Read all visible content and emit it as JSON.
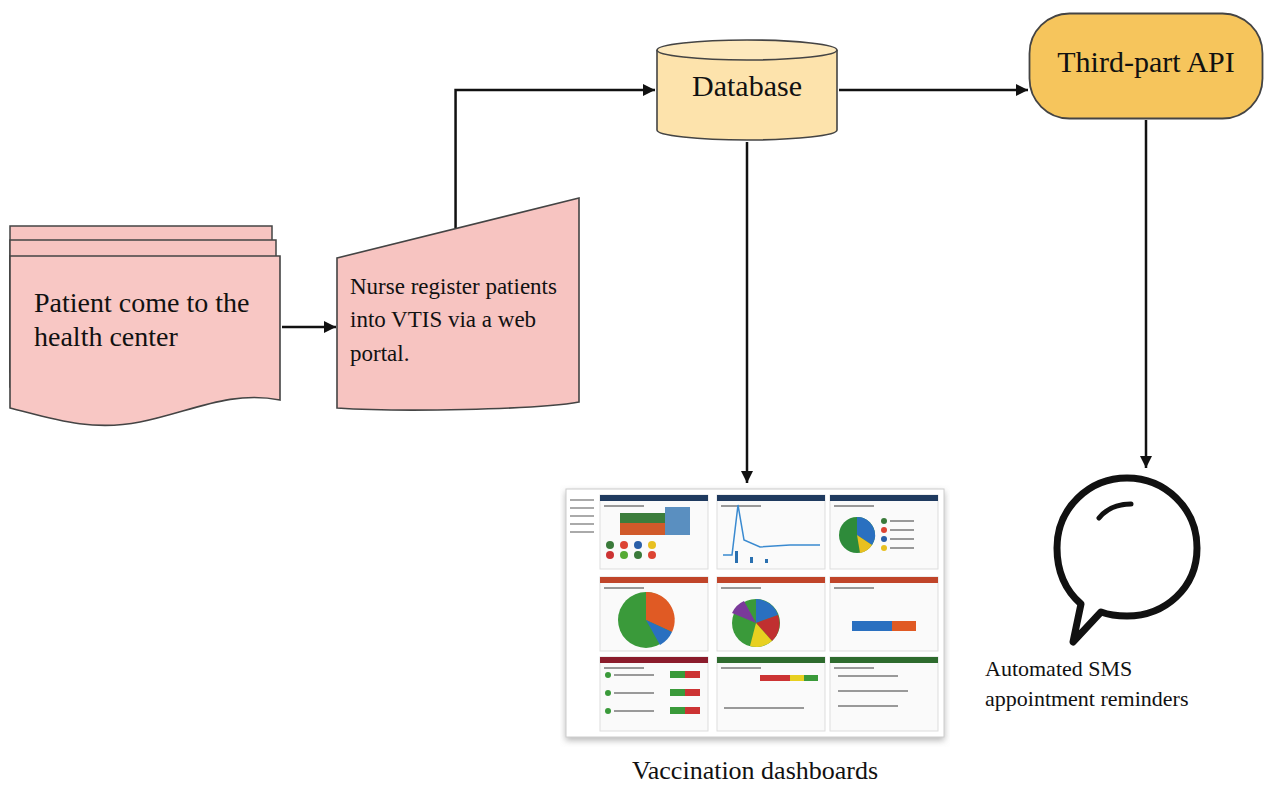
{
  "diagram": {
    "nodes": [
      {
        "text": [
          "Patient come to the health center"
        ]
      },
      {
        "text": [
          "Nurse register patients into VTIS via a web portal."
        ]
      },
      {
        "text": [
          "Database"
        ]
      },
      {
        "text": [
          "Third-part API"
        ]
      },
      {
        "text": [
          "Vaccination dashboards"
        ]
      },
      {
        "text": [
          "Automated SMS appointment reminders"
        ]
      }
    ],
    "edges": [
      {
        "from": 0,
        "to": 1,
        "arrow": "to"
      },
      {
        "from": 1,
        "to": 2,
        "arrow": "to"
      },
      {
        "from": 2,
        "to": 3,
        "arrow": "to"
      },
      {
        "from": 2,
        "to": 4,
        "arrow": "to"
      },
      {
        "from": 3,
        "to": 5,
        "arrow": "to"
      }
    ]
  }
}
